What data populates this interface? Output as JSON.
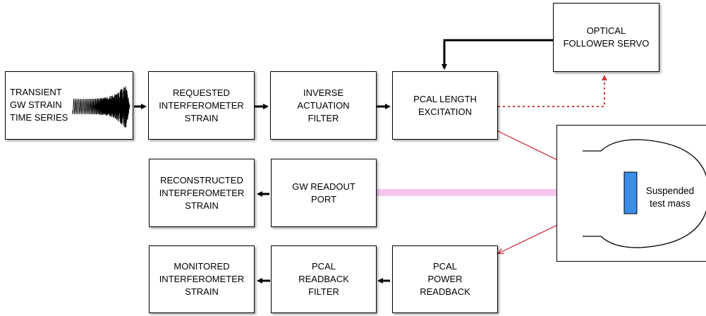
{
  "blocks": {
    "source": "TRANSIENT\nGW STRAIN\nTIME SERIES",
    "requested": "REQUESTED\nINTERFEROMETER\nSTRAIN",
    "inverse": "INVERSE\nACTUATION\nFILTER",
    "pcal_length": "PCAL LENGTH\nEXCITATION",
    "optical": "OPTICAL\nFOLLOWER SERVO",
    "reconstructed": "RECONSTRUCTED\nINTERFEROMETER\nSTRAIN",
    "gw_readout": "GW READOUT\nPORT",
    "monitored": "MONITORED\nINTERFEROMETER\nSTRAIN",
    "pcal_readback_filter": "PCAL\nREADBACK\nFILTER",
    "pcal_power": "PCAL\nPOWER\nREADBACK"
  },
  "test_mass": {
    "label": "Suspended\ntest mass"
  },
  "colors": {
    "laser": "#cc2233",
    "readout_beam": "#f5c6ee",
    "test_mass_fill": "#3b8ee8",
    "servo_link": "#d23a3a"
  }
}
